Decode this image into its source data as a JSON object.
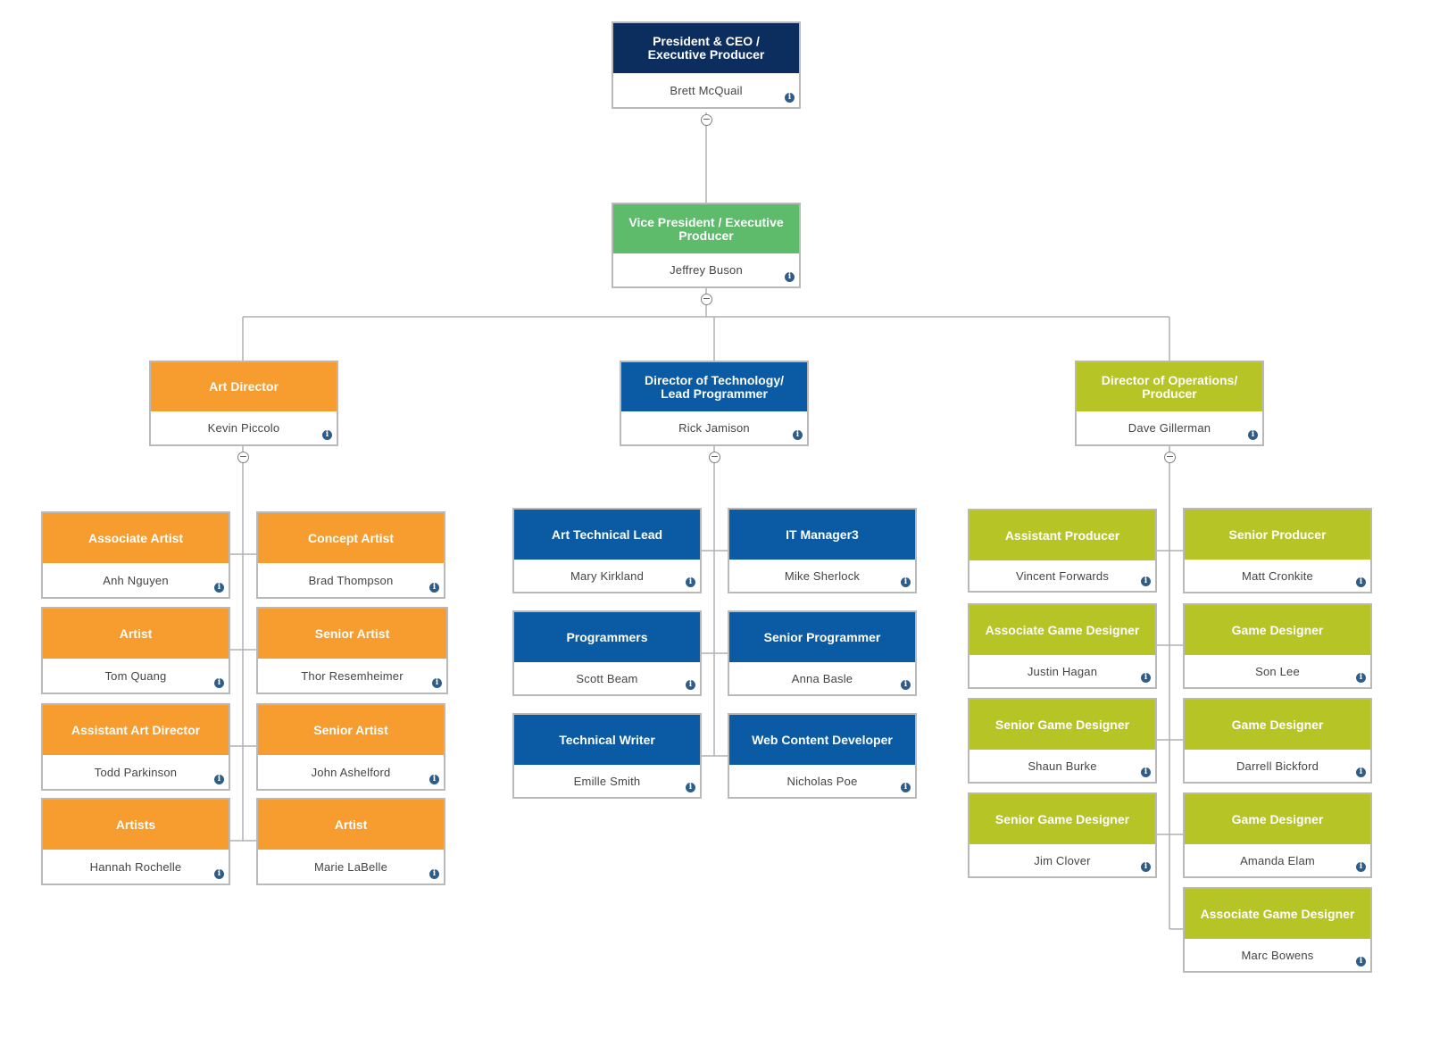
{
  "colors": {
    "navy": "#0b2e5e",
    "green": "#5dbb6b",
    "orange": "#f79c2e",
    "blue": "#0a5ba3",
    "olive": "#b6c425",
    "connector": "#b0b0b0",
    "border": "#b9b9b9",
    "info_icon": "#2f5d8a"
  },
  "icons": {
    "info": "info-icon",
    "collapse": "collapse-minus-icon"
  },
  "org": {
    "ceo": {
      "title": "President & CEO / Executive Producer",
      "name": "Brett McQuail"
    },
    "vp": {
      "title": "Vice President / Executive Producer",
      "name": "Jeffrey Buson"
    },
    "art": {
      "head": {
        "title": "Art Director",
        "name": "Kevin Piccolo"
      },
      "members": [
        {
          "title": "Associate Artist",
          "name": "Anh Nguyen"
        },
        {
          "title": "Concept Artist",
          "name": "Brad Thompson"
        },
        {
          "title": "Artist",
          "name": "Tom Quang"
        },
        {
          "title": "Senior Artist",
          "name": "Thor Resemheimer"
        },
        {
          "title": "Assistant Art Director",
          "name": "Todd Parkinson"
        },
        {
          "title": "Senior Artist",
          "name": "John Ashelford"
        },
        {
          "title": "Artists",
          "name": "Hannah Rochelle"
        },
        {
          "title": "Artist",
          "name": "Marie LaBelle"
        }
      ]
    },
    "tech": {
      "head": {
        "title": "Director of Technology/ Lead Programmer",
        "name": "Rick Jamison"
      },
      "members": [
        {
          "title": "Art Technical Lead",
          "name": "Mary Kirkland"
        },
        {
          "title": "IT Manager3",
          "name": "Mike Sherlock"
        },
        {
          "title": "Programmers",
          "name": "Scott Beam"
        },
        {
          "title": "Senior Programmer",
          "name": "Anna Basle"
        },
        {
          "title": "Technical Writer",
          "name": "Emille Smith"
        },
        {
          "title": "Web Content Developer",
          "name": "Nicholas Poe"
        }
      ]
    },
    "ops": {
      "head": {
        "title": "Director of Operations/ Producer",
        "name": "Dave Gillerman"
      },
      "members": [
        {
          "title": "Assistant Producer",
          "name": "Vincent Forwards"
        },
        {
          "title": "Senior Producer",
          "name": "Matt Cronkite"
        },
        {
          "title": "Associate Game Designer",
          "name": "Justin Hagan"
        },
        {
          "title": "Game Designer",
          "name": "Son Lee"
        },
        {
          "title": "Senior Game Designer",
          "name": "Shaun Burke"
        },
        {
          "title": "Game Designer",
          "name": "Darrell Bickford"
        },
        {
          "title": "Senior Game Designer",
          "name": "Jim Clover"
        },
        {
          "title": "Game Designer",
          "name": "Amanda Elam"
        },
        {
          "title": "Associate Game Designer",
          "name": "Marc Bowens"
        }
      ]
    }
  }
}
